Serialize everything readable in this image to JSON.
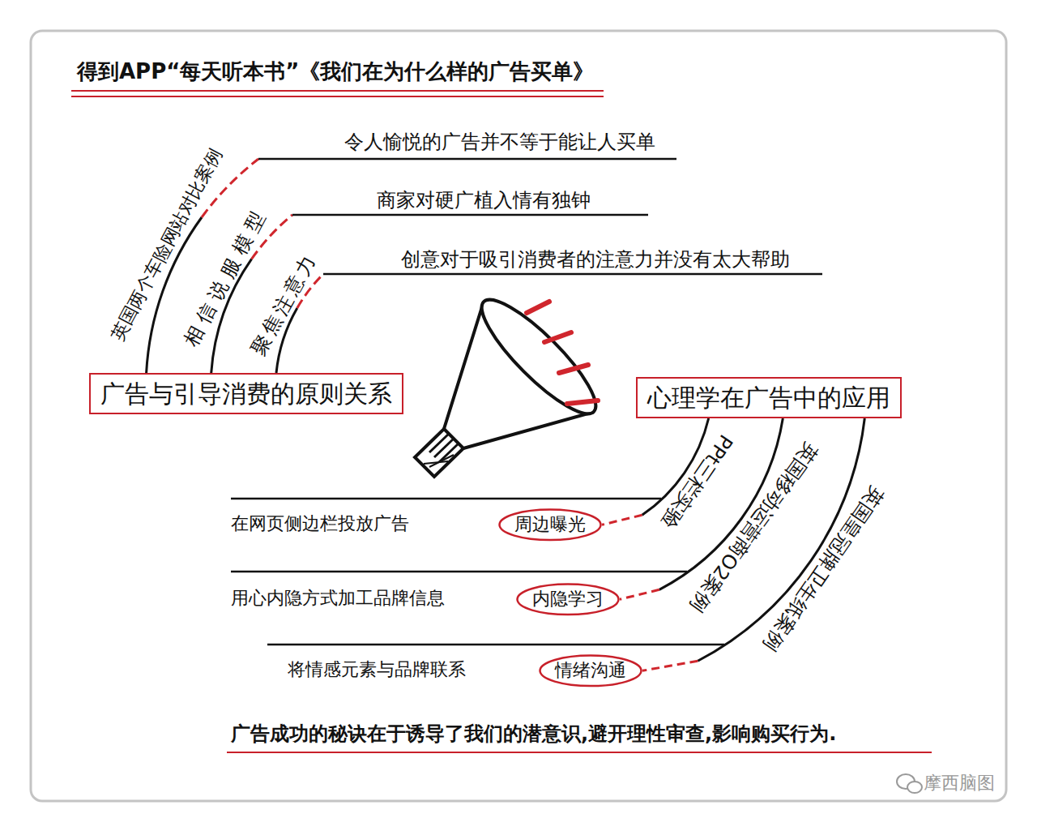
{
  "diagram": {
    "title": "得到APP“每天听本书”《我们在为什么样的广告买单》",
    "caption": "广告成功的秘诀在于诱导了我们的潜意识,避开理性审查,影响购买行为.",
    "nodes": [
      {
        "text": [
          "广告与引导消费的原则关系"
        ]
      },
      {
        "text": [
          "心理学在广告中的应用"
        ]
      },
      {
        "text": [
          "周边曝光"
        ]
      },
      {
        "text": [
          "内隐学习"
        ]
      },
      {
        "text": [
          "情绪沟通"
        ]
      }
    ],
    "edges": [
      {
        "from": 1,
        "to": 2,
        "arrow": "none",
        "label": "PPt三栏实验"
      },
      {
        "from": 1,
        "to": 3,
        "arrow": "none",
        "label": "英国移动运营商O2案例"
      },
      {
        "from": 1,
        "to": 4,
        "arrow": "none",
        "label": "英国皇冠牌卫生纸案例"
      }
    ],
    "labels": [
      "英国两个车险网站对比案例",
      "令人愉悦的广告并不等于能让人买单",
      "相信说服模型",
      "商家对硬广植入情有独钟",
      "聚焦注意力",
      "创意对于吸引消费者的注意力并没有太大帮助",
      "在网页侧边栏投放广告",
      "用心内隐方式加工品牌信息",
      "将情感元素与品牌联系",
      "摩西脑图"
    ]
  }
}
